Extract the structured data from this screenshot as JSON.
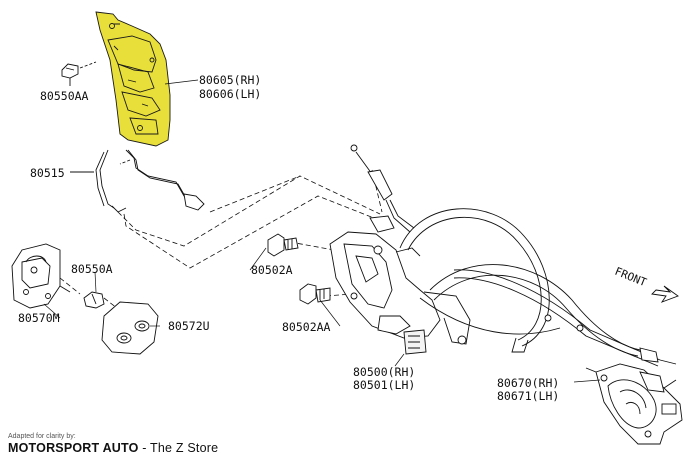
{
  "colors": {
    "highlight": "#e8df3a",
    "line": "#111111",
    "background": "#ffffff"
  },
  "parts": {
    "p80605": "80605(RH)",
    "p80606": "80606(LH)",
    "p80550AA": "80550AA",
    "p80515": "80515",
    "p80502A": "80502A",
    "p80550A": "80550A",
    "p80570M": "80570M",
    "p80572U": "80572U",
    "p80502AA": "80502AA",
    "p80500": "80500(RH)",
    "p80501": "80501(LH)",
    "p80670": "80670(RH)",
    "p80671": "80671(LH)"
  },
  "direction": {
    "front": "FRONT"
  },
  "credit": {
    "adapted": "Adapted for clarity by:",
    "brand": "MOTORSPORT AUTO",
    "store": " - The Z Store"
  },
  "icons": [
    "front-arrow-icon"
  ]
}
